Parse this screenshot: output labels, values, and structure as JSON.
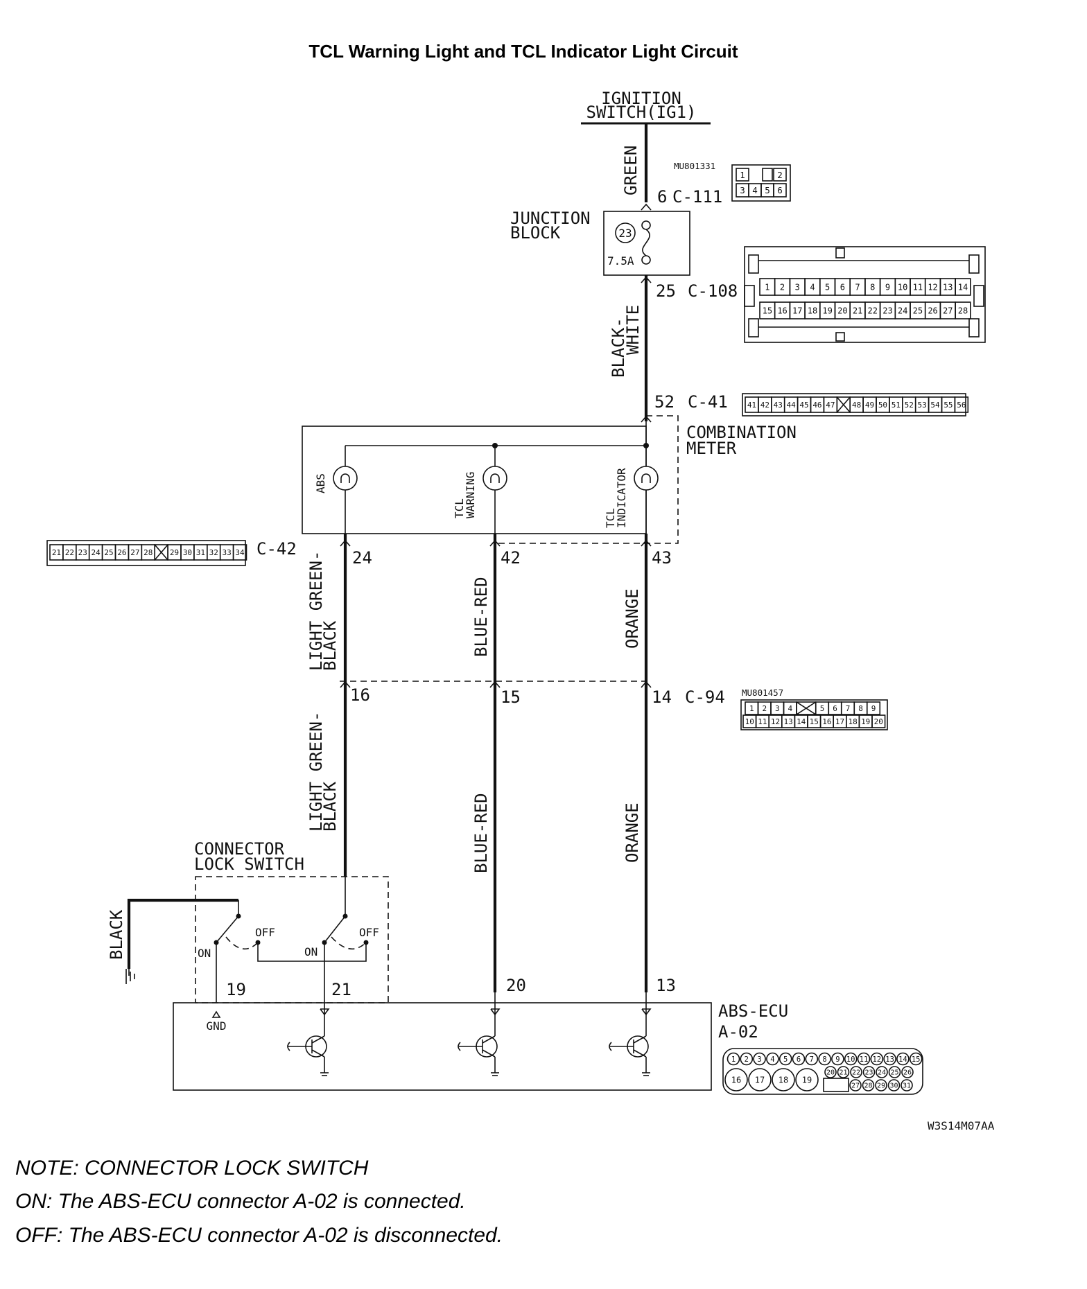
{
  "title": "TCL Warning Light and TCL Indicator Light Circuit",
  "ignition": {
    "line1": "IGNITION",
    "line2": "SWITCH(IG1)"
  },
  "wires": {
    "green": "GREEN",
    "black_white_1": "BLACK-",
    "black_white_2": "WHITE",
    "lg_black_upper_1": "LIGHT GREEN-",
    "lg_black_upper_2": "BLACK",
    "blue_red_upper": "BLUE-RED",
    "orange_upper": "ORANGE",
    "lg_black_lower_1": "LIGHT GREEN-",
    "lg_black_lower_2": "BLACK",
    "blue_red_lower": "BLUE-RED",
    "orange_lower": "ORANGE",
    "black_ground": "BLACK"
  },
  "connectors": {
    "c111": {
      "pin": "6",
      "name": "C-111",
      "part": "MU801331",
      "pins_top": [
        "1",
        "2"
      ],
      "pins_bottom": [
        "3",
        "4",
        "5",
        "6"
      ]
    },
    "c108": {
      "pin": "25",
      "name": "C-108",
      "pins_top": [
        "1",
        "2",
        "3",
        "4",
        "5",
        "6",
        "7",
        "8",
        "9",
        "10",
        "11",
        "12",
        "13",
        "14"
      ],
      "pins_bottom": [
        "15",
        "16",
        "17",
        "18",
        "19",
        "20",
        "21",
        "22",
        "23",
        "24",
        "25",
        "26",
        "27",
        "28"
      ]
    },
    "c41": {
      "pin": "52",
      "name": "C-41",
      "pins": [
        "41",
        "42",
        "43",
        "44",
        "45",
        "46",
        "47",
        "48",
        "49",
        "50",
        "51",
        "52",
        "53",
        "54",
        "55",
        "56"
      ]
    },
    "c42": {
      "name": "C-42",
      "pins": [
        "21",
        "22",
        "23",
        "24",
        "25",
        "26",
        "27",
        "28",
        "29",
        "30",
        "31",
        "32",
        "33",
        "34"
      ],
      "pin_abs": "24",
      "pin_warning": "42",
      "pin_indicator": "43"
    },
    "c94": {
      "name": "C-94",
      "part": "MU801457",
      "pin_lg": "16",
      "pin_br": "15",
      "pin_or": "14",
      "pins_top": [
        "1",
        "2",
        "3",
        "4",
        "5",
        "6",
        "7",
        "8",
        "9"
      ],
      "pins_bottom": [
        "10",
        "11",
        "12",
        "13",
        "14",
        "15",
        "16",
        "17",
        "18",
        "19",
        "20"
      ]
    },
    "a02": {
      "line1": "ABS-ECU",
      "line2": "A-02",
      "pin_gnd": "19",
      "pin_sw": "21",
      "pin_br": "20",
      "pin_or": "13",
      "gnd_label": "GND",
      "pins_row1": [
        "1",
        "2",
        "3",
        "4",
        "5",
        "6",
        "7",
        "8",
        "9",
        "10",
        "11",
        "12",
        "13",
        "14",
        "15"
      ],
      "pins_big": [
        "16",
        "17",
        "18",
        "19"
      ],
      "pins_row2": [
        "20",
        "21",
        "22",
        "23",
        "24",
        "25",
        "26"
      ],
      "pins_row3": [
        "27",
        "28",
        "29",
        "30",
        "31"
      ]
    }
  },
  "junction_block": {
    "line1": "JUNCTION",
    "line2": "BLOCK",
    "fuse_no": "23",
    "fuse_rating": "7.5A"
  },
  "combination_meter": {
    "line1": "COMBINATION",
    "line2": "METER",
    "abs": "ABS",
    "tcl_warning_1": "TCL",
    "tcl_warning_2": "WARNING",
    "tcl_indicator_1": "TCL",
    "tcl_indicator_2": "INDICATOR"
  },
  "lock_switch": {
    "line1": "CONNECTOR",
    "line2": "LOCK SWITCH",
    "on": "ON",
    "off": "OFF"
  },
  "figure_code": "W3S14M07AA",
  "notes": [
    "NOTE: CONNECTOR LOCK SWITCH",
    "ON: The ABS-ECU connector A-02 is connected.",
    "OFF: The ABS-ECU connector A-02 is disconnected."
  ]
}
